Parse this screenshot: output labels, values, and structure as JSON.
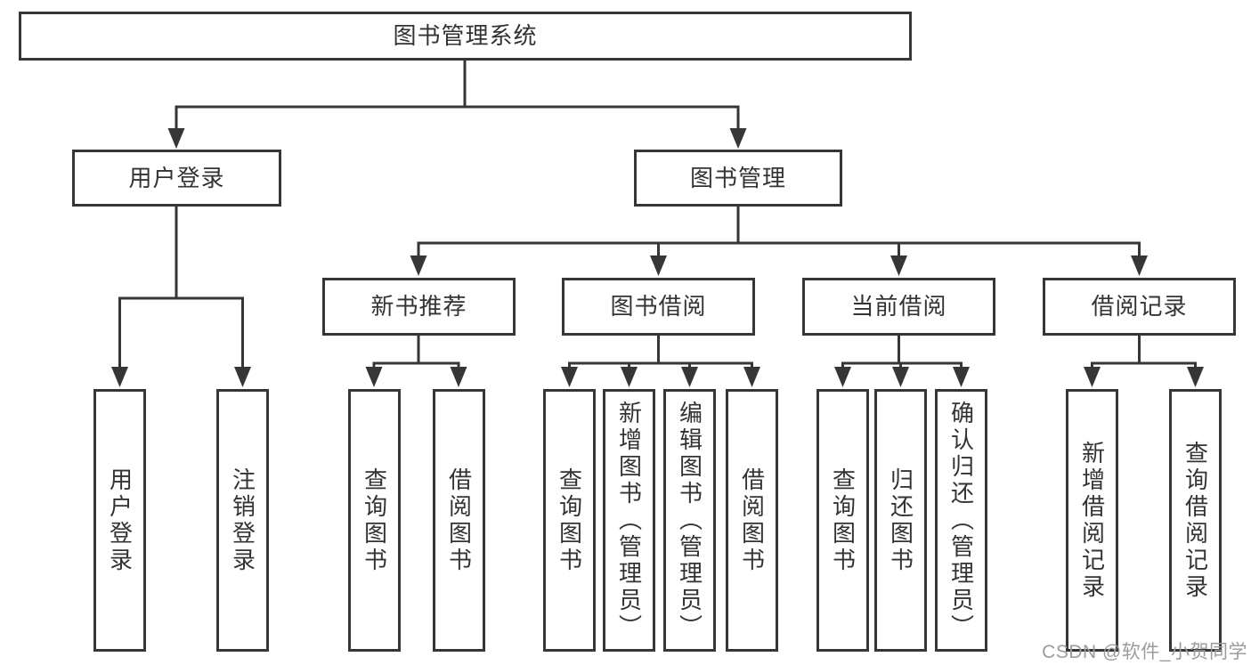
{
  "diagram": {
    "type": "hierarchy-tree",
    "colors": {
      "line": "#363636",
      "box_border": "#363636",
      "box_fill": "#ffffff",
      "text": "#333333",
      "watermark": "#9c9c9c"
    },
    "nodes": {
      "root": "图书管理系统",
      "user_login": "用户登录",
      "book_mgmt": "图书管理",
      "new_book_rec": "新书推荐",
      "book_borrow": "图书借阅",
      "current_borrow": "当前借阅",
      "borrow_records": "借阅记录",
      "ul_user_login": "用户登录",
      "ul_logout": "注销登录",
      "nb_query_books": "查询图书",
      "nb_borrow_books": "借阅图书",
      "bb_query_books": "查询图书",
      "bb_add_books": "新增图书（管理员）",
      "bb_edit_books": "编辑图书（管理员）",
      "bb_borrow_books": "借阅图书",
      "cb_query_books": "查询图书",
      "cb_return_books": "归还图书",
      "cb_confirm_return": "确认归还（管理员）",
      "br_add_record": "新增借阅记录",
      "br_query_record": "查询借阅记录"
    },
    "edges": [
      {
        "from": "root",
        "to": [
          "user_login",
          "book_mgmt"
        ]
      },
      {
        "from": "user_login",
        "to": [
          "ul_user_login",
          "ul_logout"
        ]
      },
      {
        "from": "book_mgmt",
        "to": [
          "new_book_rec",
          "book_borrow",
          "current_borrow",
          "borrow_records"
        ]
      },
      {
        "from": "new_book_rec",
        "to": [
          "nb_query_books",
          "nb_borrow_books"
        ]
      },
      {
        "from": "book_borrow",
        "to": [
          "bb_query_books",
          "bb_add_books",
          "bb_edit_books",
          "bb_borrow_books"
        ]
      },
      {
        "from": "current_borrow",
        "to": [
          "cb_query_books",
          "cb_return_books",
          "cb_confirm_return"
        ]
      },
      {
        "from": "borrow_records",
        "to": [
          "br_add_record",
          "br_query_record"
        ]
      }
    ],
    "watermark": "CSDN @软件_小贺同学"
  }
}
